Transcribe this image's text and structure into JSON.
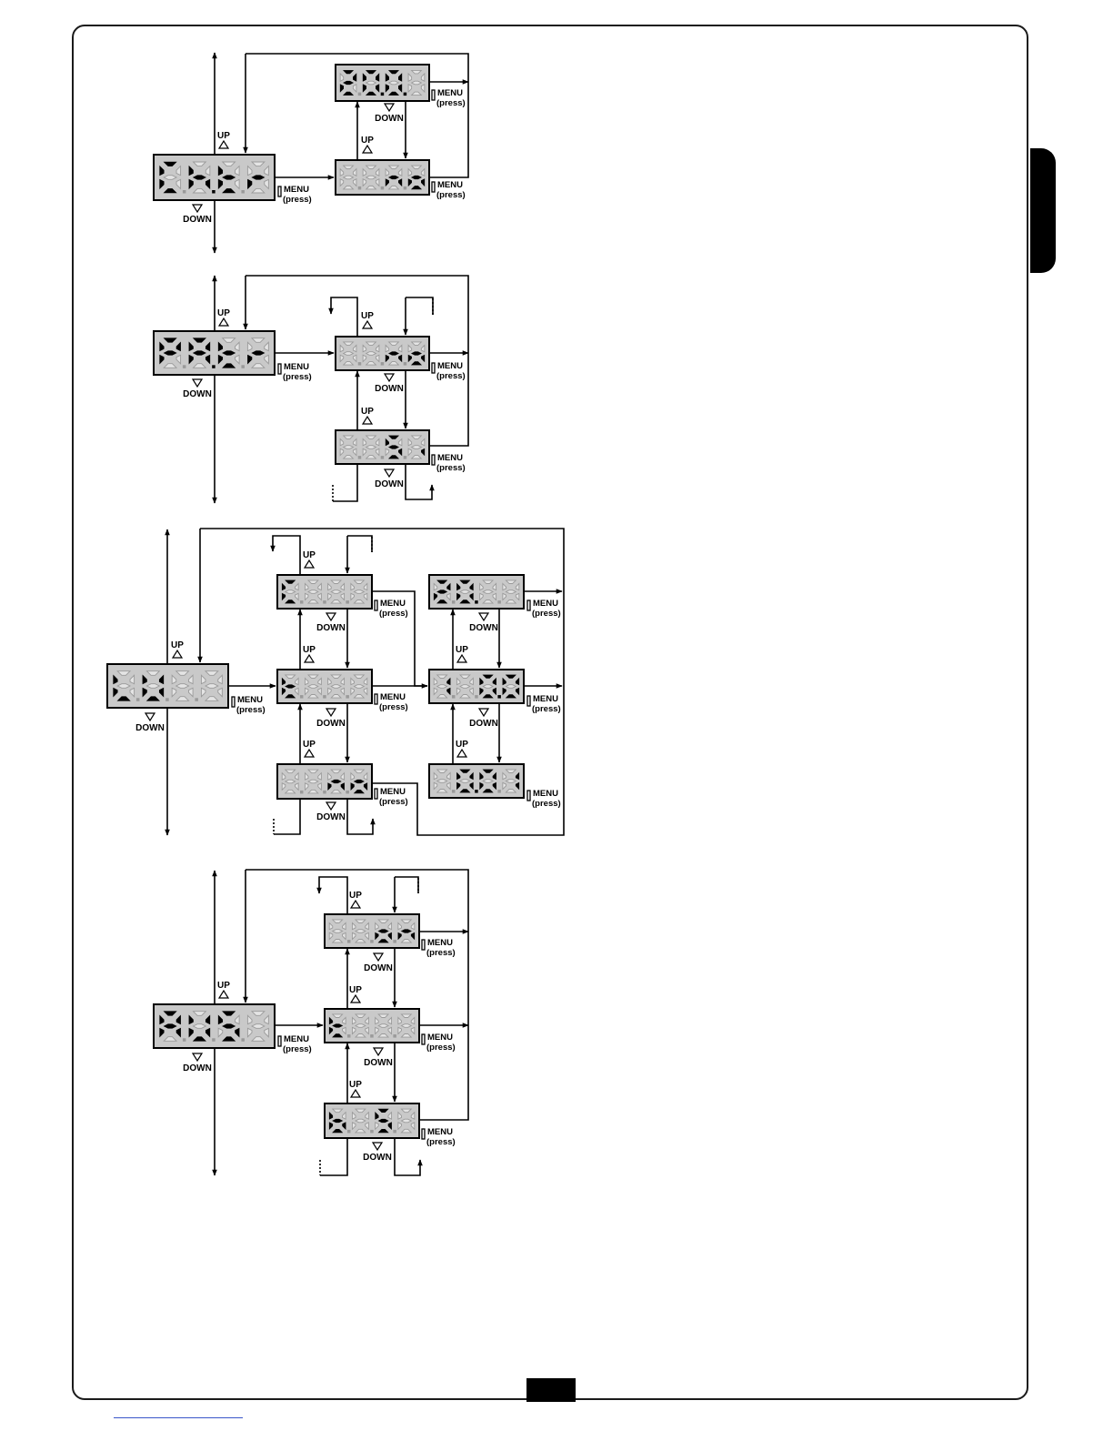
{
  "labels": {
    "up": "UP",
    "down": "DOWN",
    "menu": "MENU",
    "press": "(press)"
  },
  "colors": {
    "display_bg": "#c9c9c9",
    "segment_on": "#000000",
    "segment_off": "#9a9a9a",
    "line": "#000000",
    "tab": "#000000"
  },
  "diagrams": [
    {
      "id": "ch-tr",
      "main": {
        "chars": [
          "C",
          "h",
          "t",
          "r"
        ],
        "lit": [
          true,
          true,
          true,
          true
        ],
        "dots": [
          false,
          true,
          false,
          false
        ]
      },
      "options": [
        {
          "chars": [
            "2",
            "0",
            "0",
            "1"
          ],
          "lit": [
            true,
            true,
            true,
            false
          ],
          "dots": [
            false,
            true,
            true,
            false
          ]
        },
        {
          "chars": [
            "8",
            "8",
            "n",
            "o"
          ],
          "lit": [
            false,
            false,
            true,
            true
          ],
          "dots": [
            false,
            false,
            false,
            false
          ]
        }
      ]
    },
    {
      "id": "pa-tr",
      "main": {
        "chars": [
          "P",
          "A",
          "t",
          "r"
        ],
        "lit": [
          true,
          true,
          true,
          true
        ],
        "dots": [
          false,
          true,
          false,
          false
        ]
      },
      "options": [
        {
          "chars": [
            "8",
            "8",
            "n",
            "o"
          ],
          "lit": [
            false,
            false,
            true,
            true
          ],
          "dots": [
            false,
            false,
            false,
            false
          ]
        },
        {
          "chars": [
            "8",
            "8",
            "S",
            "i"
          ],
          "lit": [
            false,
            false,
            true,
            true
          ],
          "dots": [
            false,
            false,
            false,
            false
          ]
        }
      ]
    },
    {
      "id": "luce",
      "main": {
        "chars": [
          "L",
          "U",
          "C",
          "E"
        ],
        "lit": [
          true,
          true,
          false,
          false
        ],
        "dots": [
          false,
          false,
          false,
          false
        ]
      },
      "options": [
        {
          "chars": [
            "C",
            "C",
            "C",
            "L"
          ],
          "lit": [
            true,
            false,
            false,
            false
          ],
          "dots": [
            false,
            false,
            false,
            false
          ]
        },
        {
          "chars": [
            "t",
            "L",
            "U",
            "C"
          ],
          "lit": [
            true,
            false,
            false,
            false
          ],
          "dots": [
            false,
            false,
            false,
            false
          ]
        },
        {
          "chars": [
            "8",
            "8",
            "n",
            "o"
          ],
          "lit": [
            false,
            false,
            true,
            true
          ],
          "dots": [
            false,
            false,
            false,
            false
          ]
        }
      ],
      "timers": [
        {
          "chars": [
            "2",
            "0",
            "0",
            "8"
          ],
          "lit": [
            true,
            true,
            false,
            false
          ],
          "dots": [
            false,
            true,
            false,
            false
          ]
        },
        {
          "chars": [
            "1",
            "8",
            "0",
            "0"
          ],
          "lit": [
            true,
            false,
            true,
            true
          ],
          "dots": [
            false,
            false,
            true,
            false
          ]
        },
        {
          "chars": [
            "8",
            "0",
            "0",
            "1"
          ],
          "lit": [
            false,
            true,
            true,
            true
          ],
          "dots": [
            false,
            true,
            false,
            false
          ]
        }
      ]
    },
    {
      "id": "aus",
      "main": {
        "chars": [
          "A",
          "U",
          "S",
          "8"
        ],
        "lit": [
          true,
          true,
          true,
          false
        ],
        "dots": [
          false,
          false,
          false,
          false
        ]
      },
      "options": [
        {
          "chars": [
            "C",
            "C",
            "o",
            "n"
          ],
          "lit": [
            false,
            false,
            true,
            true
          ],
          "dots": [
            false,
            false,
            false,
            false
          ]
        },
        {
          "chars": [
            "t",
            "8",
            "8",
            "8"
          ],
          "lit": [
            true,
            false,
            false,
            false
          ],
          "dots": [
            false,
            false,
            false,
            false
          ]
        },
        {
          "chars": [
            "b",
            "S",
            "S",
            "t"
          ],
          "lit": [
            true,
            false,
            true,
            false
          ],
          "dots": [
            false,
            false,
            false,
            false
          ]
        }
      ]
    }
  ]
}
